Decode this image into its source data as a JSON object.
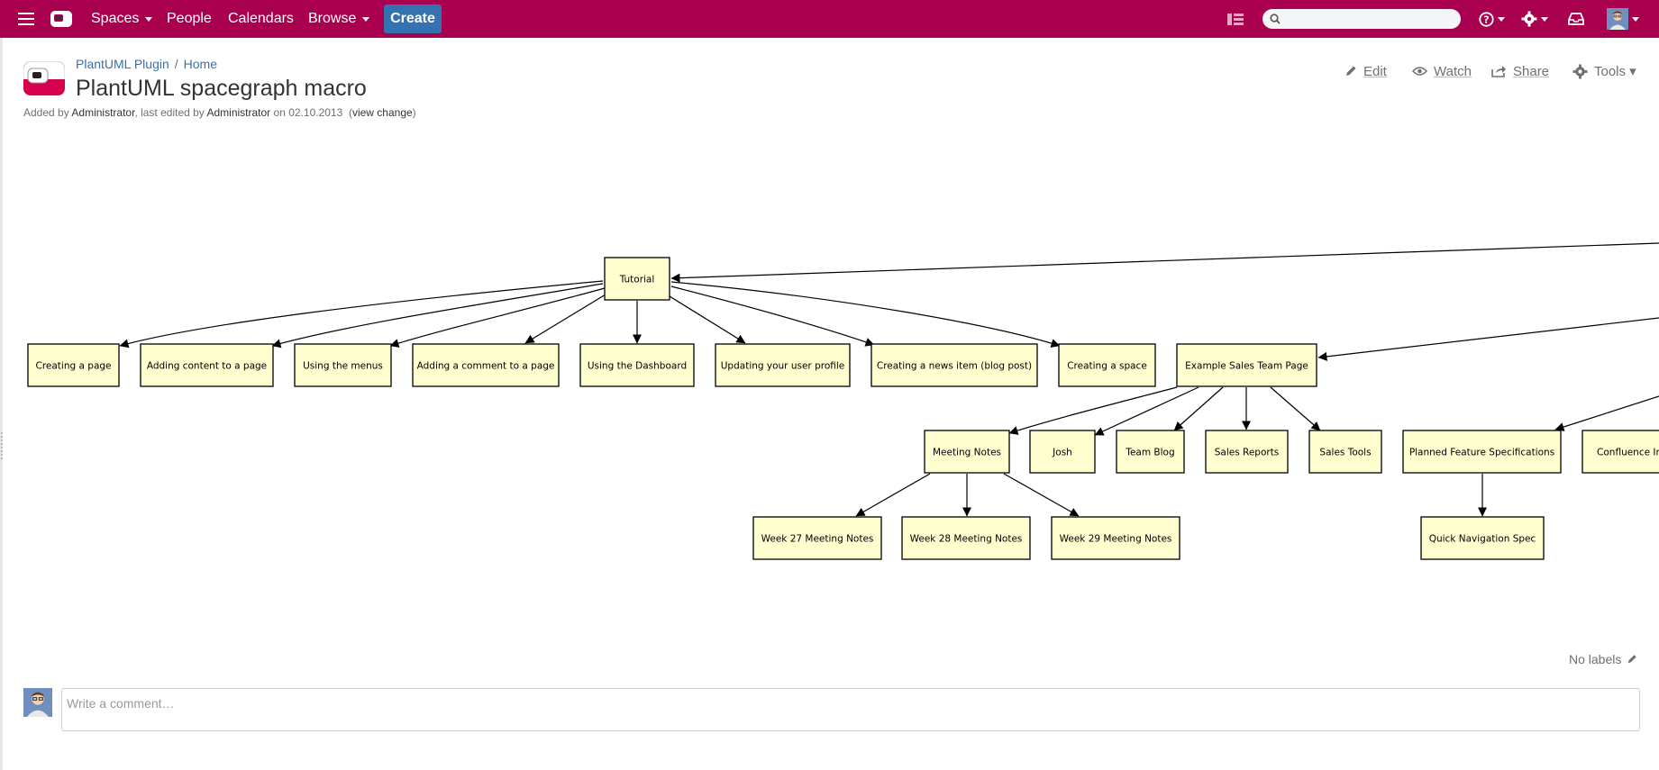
{
  "header": {
    "nav": {
      "spaces": "Spaces",
      "people": "People",
      "calendars": "Calendars",
      "browse": "Browse",
      "create": "Create"
    },
    "search_placeholder": ""
  },
  "page": {
    "breadcrumb": [
      "PlantUML Plugin",
      "Home"
    ],
    "title": "PlantUML spacegraph macro",
    "byline": {
      "added_by_label": "Added by",
      "creator": "Administrator",
      "edited_label": ", last edited by",
      "editor": "Administrator",
      "on_label": "on",
      "date": "02.10.2013",
      "view_change": "view change"
    },
    "actions": {
      "edit": "Edit",
      "watch": "Watch",
      "share": "Share",
      "tools": "Tools ▾"
    }
  },
  "diagram": {
    "nodes": [
      {
        "id": "tutorial",
        "label": "Tutorial"
      },
      {
        "id": "creating_page",
        "label": "Creating a page"
      },
      {
        "id": "adding_content",
        "label": "Adding content to a page"
      },
      {
        "id": "using_menus",
        "label": "Using the menus"
      },
      {
        "id": "adding_comment",
        "label": "Adding a comment to a page"
      },
      {
        "id": "using_dashboard",
        "label": "Using the Dashboard"
      },
      {
        "id": "updating_profile",
        "label": "Updating your user profile"
      },
      {
        "id": "creating_news",
        "label": "Creating a news item (blog post)"
      },
      {
        "id": "creating_space",
        "label": "Creating a space"
      },
      {
        "id": "example_sales",
        "label": "Example Sales Team Page"
      },
      {
        "id": "meeting_notes",
        "label": "Meeting Notes"
      },
      {
        "id": "josh",
        "label": "Josh"
      },
      {
        "id": "team_blog",
        "label": "Team Blog"
      },
      {
        "id": "sales_reports",
        "label": "Sales Reports"
      },
      {
        "id": "sales_tools",
        "label": "Sales Tools"
      },
      {
        "id": "planned_specs",
        "label": "Planned Feature Specifications"
      },
      {
        "id": "confluence_inc",
        "label": "Confluence Inc"
      },
      {
        "id": "week27",
        "label": "Week 27 Meeting Notes"
      },
      {
        "id": "week28",
        "label": "Week 28 Meeting Notes"
      },
      {
        "id": "week29",
        "label": "Week 29 Meeting Notes"
      },
      {
        "id": "quick_nav",
        "label": "Quick Navigation Spec"
      }
    ],
    "edges": [
      [
        "root",
        "tutorial"
      ],
      [
        "root",
        "example_sales"
      ],
      [
        "root",
        "planned_specs"
      ],
      [
        "tutorial",
        "creating_page"
      ],
      [
        "tutorial",
        "adding_content"
      ],
      [
        "tutorial",
        "using_menus"
      ],
      [
        "tutorial",
        "adding_comment"
      ],
      [
        "tutorial",
        "using_dashboard"
      ],
      [
        "tutorial",
        "updating_profile"
      ],
      [
        "tutorial",
        "creating_news"
      ],
      [
        "tutorial",
        "creating_space"
      ],
      [
        "example_sales",
        "meeting_notes"
      ],
      [
        "example_sales",
        "josh"
      ],
      [
        "example_sales",
        "team_blog"
      ],
      [
        "example_sales",
        "sales_reports"
      ],
      [
        "example_sales",
        "sales_tools"
      ],
      [
        "meeting_notes",
        "week27"
      ],
      [
        "meeting_notes",
        "week28"
      ],
      [
        "meeting_notes",
        "week29"
      ],
      [
        "planned_specs",
        "quick_nav"
      ]
    ]
  },
  "footer": {
    "labels": "No labels",
    "comment_placeholder": "Write a comment…"
  },
  "colors": {
    "header_bg": "#a8004e",
    "create_button": "#3572b0",
    "link": "#3572b0",
    "node_fill": "#fefece"
  },
  "icons": [
    "menu-icon",
    "app-logo-icon",
    "sidebar-icon",
    "search-icon",
    "help-icon",
    "settings-icon",
    "notifications-icon",
    "user-avatar",
    "pencil-icon",
    "eye-icon",
    "share-icon",
    "gear-icon"
  ]
}
